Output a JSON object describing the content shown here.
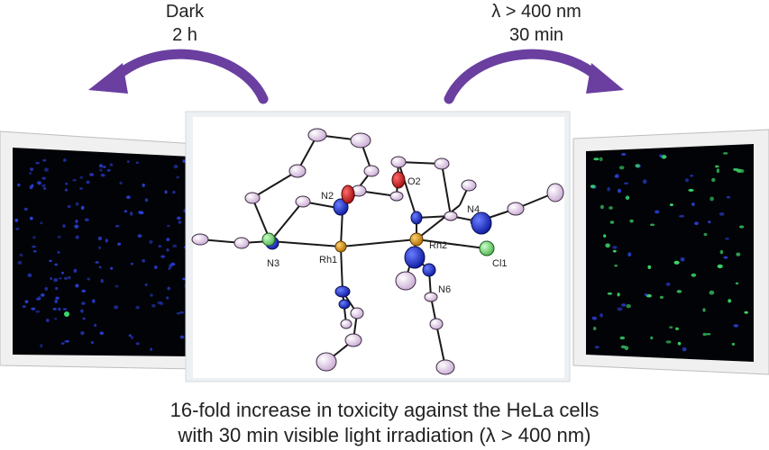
{
  "left_condition": {
    "line1": "Dark",
    "line2": "2 h"
  },
  "right_condition": {
    "line1": "λ > 400 nm",
    "line2": "30 min"
  },
  "caption": {
    "line1": "16-fold increase in toxicity against the HeLa cells",
    "line2": "with 30 min visible light irradiation (λ > 400 nm)"
  },
  "atom_labels": {
    "n2": "N2",
    "o2": "O2",
    "n4": "N4",
    "n3": "N3",
    "rh1": "Rh1",
    "rh2": "Rh2",
    "cl1": "Cl1",
    "n6": "N6"
  },
  "colors": {
    "arrow": "#6a3fa0",
    "carbon": "#e2cce6",
    "nitrogen": "#1c2fd0",
    "oxygen": "#d01818",
    "chlorine": "#7fdc7f",
    "rhodium": "#d8951c",
    "blue_stain": "#2a3fd6",
    "green_stain": "#3ad86a"
  }
}
